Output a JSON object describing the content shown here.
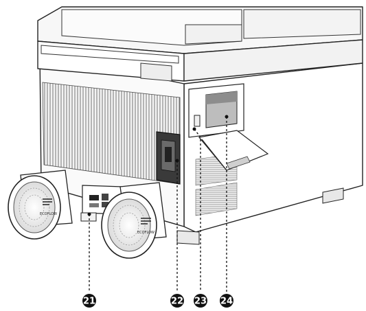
{
  "figure": {
    "brand_mark": "ECOFLOW",
    "callouts": [
      {
        "id": "21",
        "label": "21"
      },
      {
        "id": "22",
        "label": "22"
      },
      {
        "id": "23",
        "label": "23"
      },
      {
        "id": "24",
        "label": "24"
      }
    ],
    "colors": {
      "outline": "#222222",
      "fill": "#ffffff",
      "shade": "#e6e6e6",
      "dark": "#1c1c1c",
      "callout": "#111111"
    },
    "icons": [
      "wheel-icon",
      "handle-icon",
      "port-panel-icon",
      "storage-compartment-icon",
      "drain-icon"
    ]
  }
}
